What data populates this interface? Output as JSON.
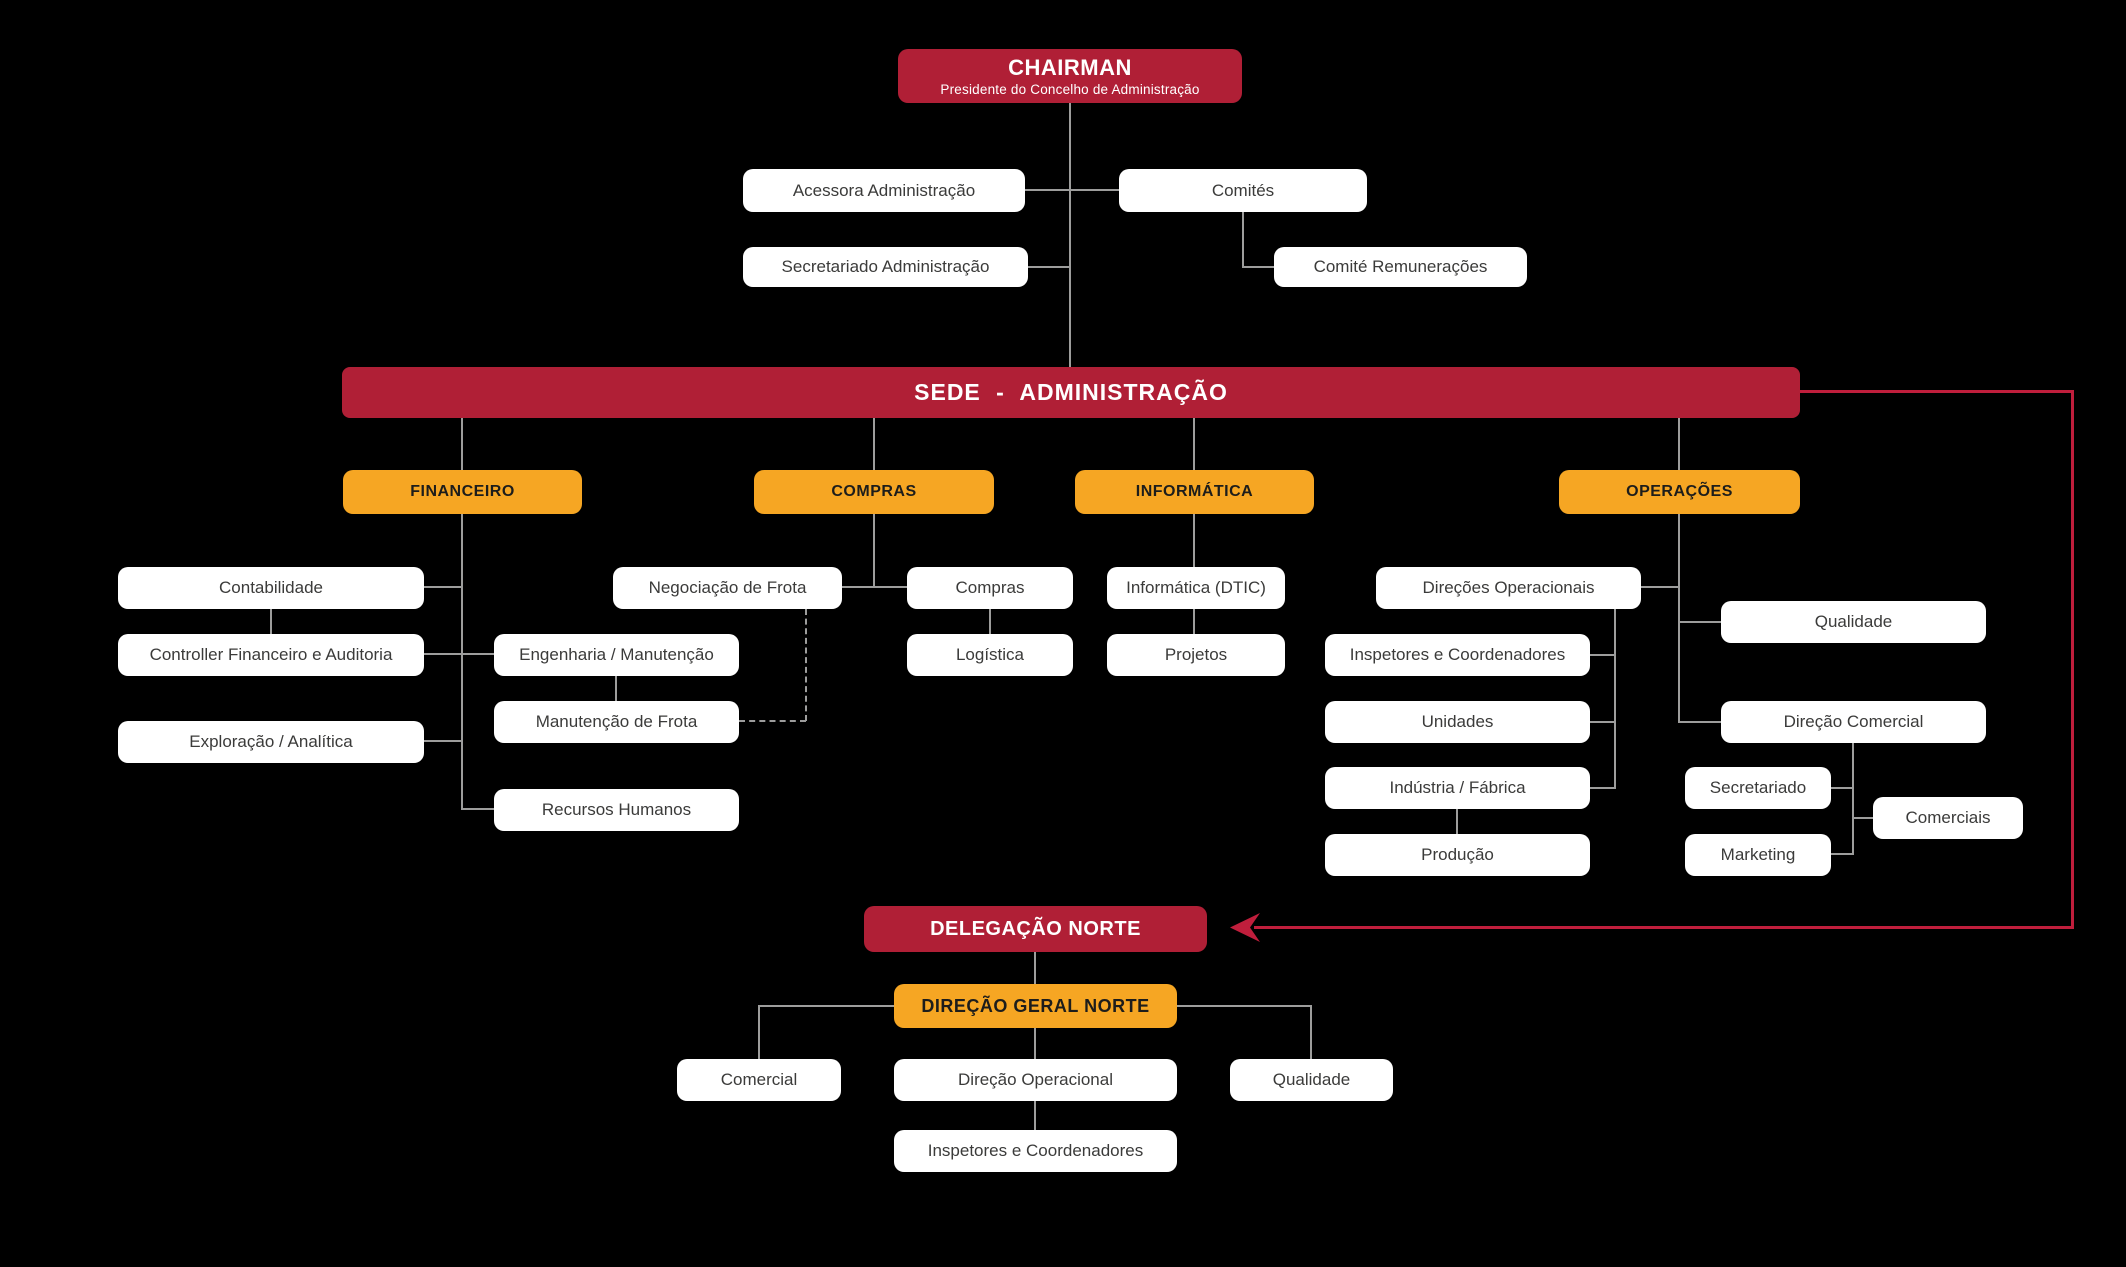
{
  "colors": {
    "background": "#000000",
    "red_box": "#b01f36",
    "orange_box": "#f6a623",
    "white_box": "#ffffff",
    "box_text_dark": "#3b3b3a",
    "connector_gray": "#9d9d9c",
    "connector_red": "#c01e3c"
  },
  "nodes": {
    "chairman": {
      "title": "CHAIRMAN",
      "subtitle": "Presidente do Concelho de Administração"
    },
    "acessora_administracao": "Acessora Administração",
    "comites": "Comités",
    "secretariado_administracao": "Secretariado Administração",
    "comite_remuneracoes": "Comité Remunerações",
    "sede_administracao": "SEDE - ADMINISTRAÇÃO",
    "financeiro": "FINANCEIRO",
    "compras_direcao": "COMPRAS",
    "informatica_direcao": "INFORMÁTICA",
    "operacoes": "OPERAÇÕES",
    "contabilidade": "Contabilidade",
    "controller_financeiro_auditoria": "Controller Financeiro e Auditoria",
    "exploracao_analitica": "Exploração / Analítica",
    "engenharia_manutencao": "Engenharia / Manutenção",
    "manutencao_de_frota": "Manutenção de Frota",
    "recursos_humanos": "Recursos Humanos",
    "negociacao_de_frota": "Negociação de Frota",
    "compras": "Compras",
    "logistica": "Logística",
    "informatica_dtic": "Informática (DTIC)",
    "projetos": "Projetos",
    "direcoes_operacionais": "Direções Operacionais",
    "inspetores_coordenadores": "Inspetores e Coordenadores",
    "unidades": "Unidades",
    "industria_fabrica": "Indústria / Fábrica",
    "producao": "Produção",
    "qualidade_operacoes": "Qualidade",
    "direcao_comercial": "Direção Comercial",
    "secretariado_comercial": "Secretariado",
    "comerciais": "Comerciais",
    "marketing": "Marketing",
    "delegacao_norte": "DELEGAÇÃO NORTE",
    "direcao_geral_norte": "DIREÇÃO GERAL NORTE",
    "comercial_norte": "Comercial",
    "direcao_operacional_norte": "Direção Operacional",
    "qualidade_norte": "Qualidade",
    "inspetores_coordenadores_norte": "Inspetores e Coordenadores"
  }
}
